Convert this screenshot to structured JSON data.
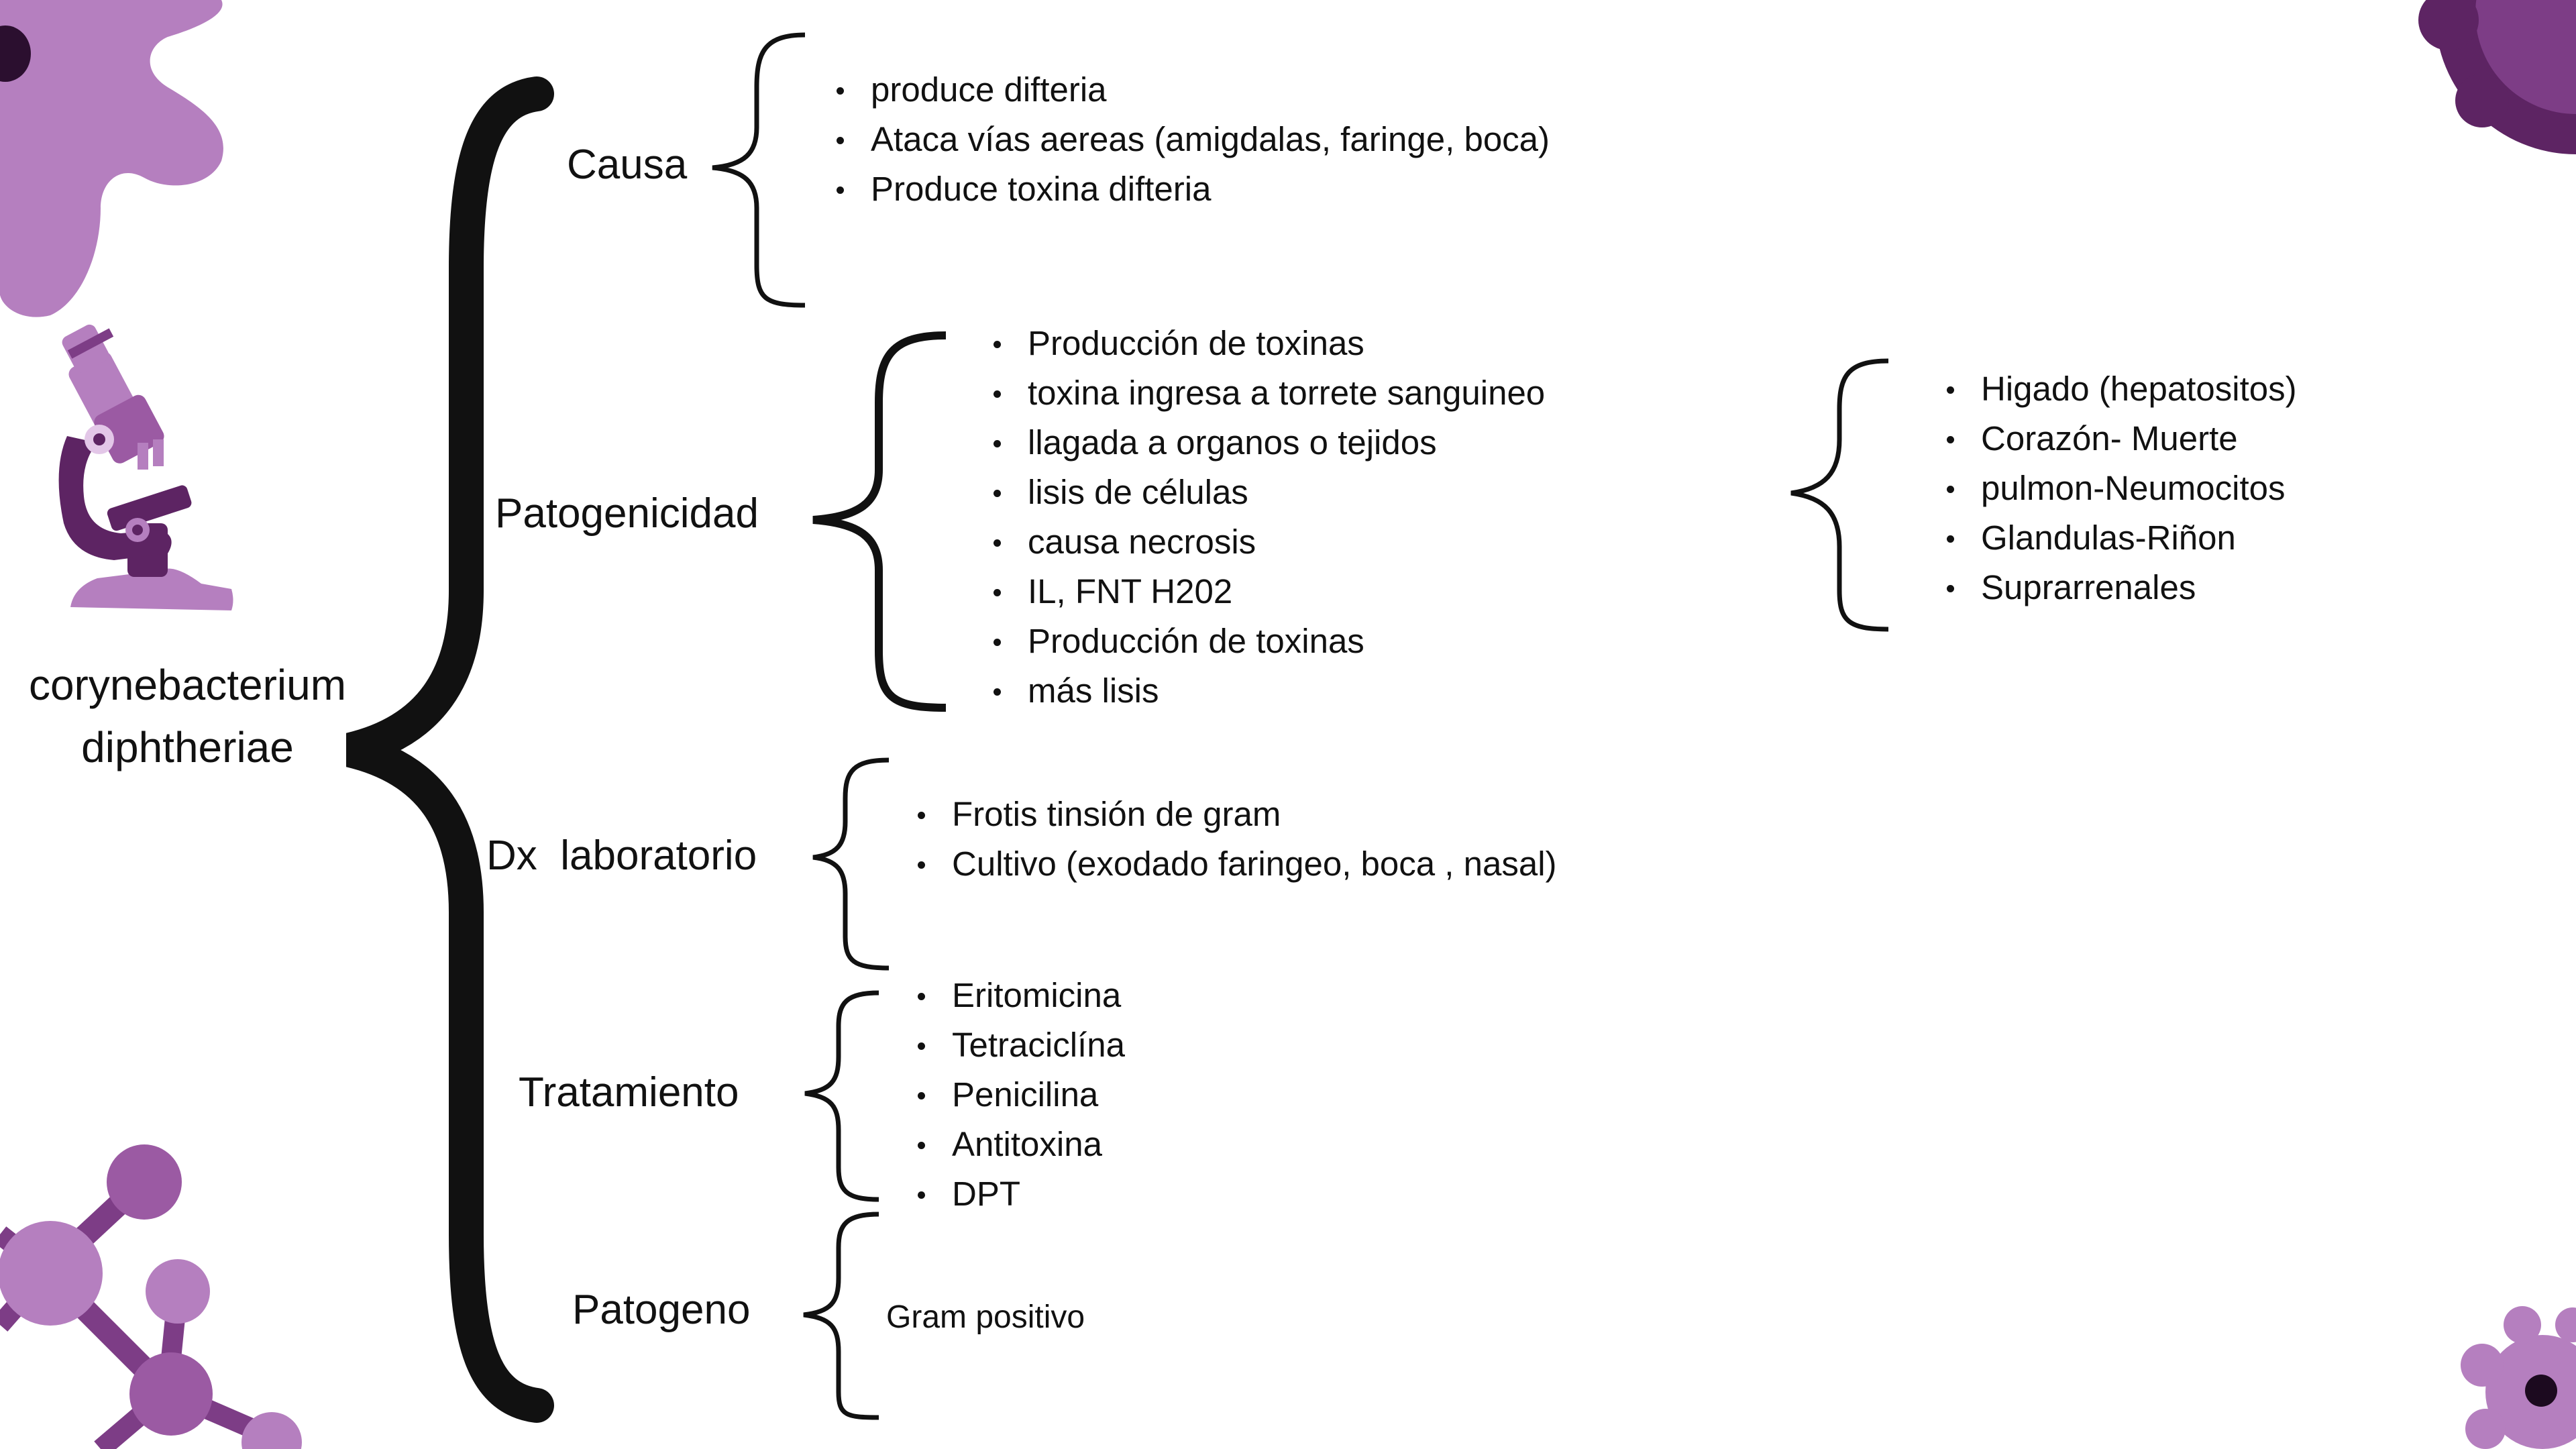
{
  "colors": {
    "accent_light": "#b57fbf",
    "accent_mid": "#9b5aa3",
    "accent_dark": "#5d2463",
    "text": "#111111",
    "background": "#ffffff"
  },
  "decorations": {
    "top_left": "splat-blob-icon",
    "microscope": "microscope-icon",
    "bottom_left": "molecule-icon",
    "top_right": "virus-icon",
    "bottom_right": "virus-icon"
  },
  "root": {
    "line1": "corynebacterium",
    "line2": "diphtheriae"
  },
  "branches": {
    "causa": {
      "label": "Causa",
      "items": [
        "produce difteria",
        "Ataca vías aereas (amigdalas, faringe, boca)",
        "Produce toxina difteria"
      ]
    },
    "patogenicidad": {
      "label": "Patogenicidad",
      "items": [
        "Producción de toxinas",
        "toxina ingresa a torrete sanguineo",
        "llagada a organos o tejidos",
        "lisis de células",
        "causa necrosis",
        "IL, FNT H202",
        "Producción de toxinas",
        "más lisis"
      ]
    },
    "organos": {
      "items": [
        "Higado (hepatositos)",
        "Corazón- Muerte",
        "pulmon-Neumocitos",
        "Glandulas-Riñon",
        "Suprarrenales"
      ]
    },
    "dx": {
      "label": "Dx  laboratorio",
      "items": [
        "Frotis tinsión de gram",
        "Cultivo (exodado faringeo, boca , nasal)"
      ]
    },
    "tratamiento": {
      "label": "Tratamiento",
      "items": [
        "Eritomicina",
        "Tetraciclína",
        "Penicilina",
        "Antitoxina",
        "DPT"
      ]
    },
    "patogeno": {
      "label": "Patogeno",
      "text": "Gram positivo"
    }
  }
}
